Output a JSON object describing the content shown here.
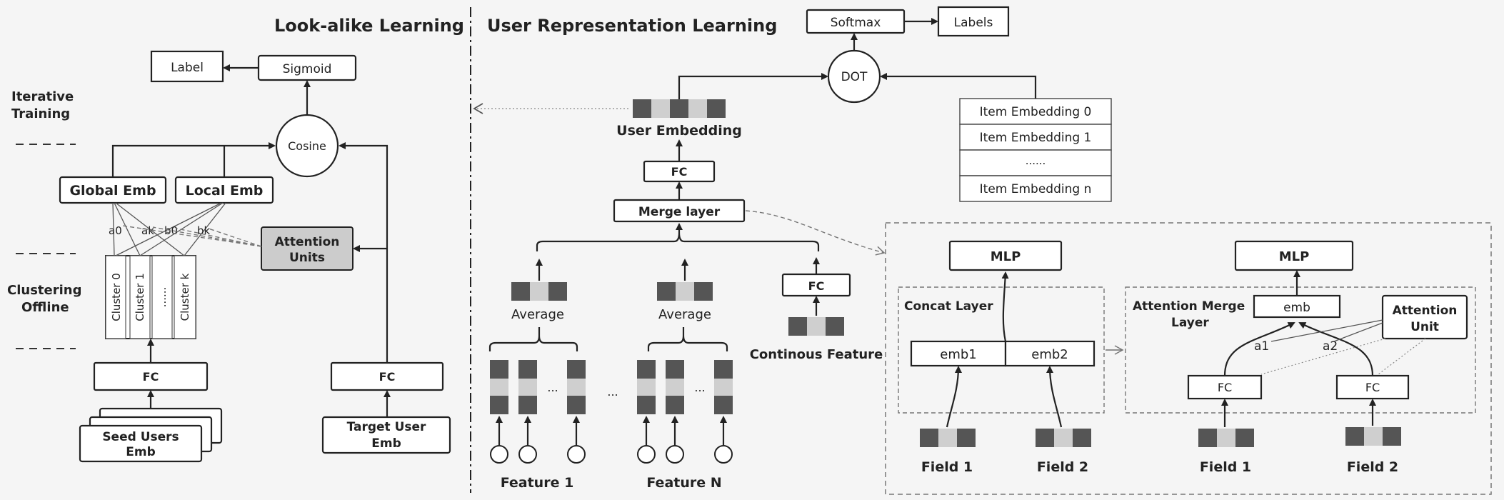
{
  "colors": {
    "background": "#f5f5f5",
    "dark_cell": "#555555",
    "light_cell": "#cfcfcf",
    "attention_fill": "#cccccc",
    "line": "#222222"
  },
  "left": {
    "heading": "Look-alike Learning",
    "label": "Label",
    "sigmoid": "Sigmoid",
    "cosine": "Cosine",
    "iterative_1": "Iterative",
    "iterative_2": "Training",
    "clustering_1": "Clustering",
    "clustering_2": "Offline",
    "global_emb": "Global Emb",
    "local_emb": "Local Emb",
    "attention_1": "Attention",
    "attention_2": "Units",
    "weights": [
      "a0",
      "ak",
      "b0",
      "bk"
    ],
    "clusters": [
      "Cluster 0",
      "Cluster 1",
      "......",
      "Cluster k"
    ],
    "fc": "FC",
    "seed_1": "Seed Users",
    "seed_2": "Emb",
    "target_1": "Target User",
    "target_2": "Emb"
  },
  "right": {
    "heading": "User Representation Learning",
    "softmax": "Softmax",
    "labels": "Labels",
    "dot": "DOT",
    "items": [
      "Item Embedding 0",
      "Item Embedding 1",
      "......",
      "Item Embedding n"
    ],
    "user_embedding": "User Embedding",
    "fc": "FC",
    "merge_layer": "Merge layer",
    "average": "Average",
    "continuous_feature": "Continous Feature",
    "ellipsis": "...",
    "feature_1": "Feature 1",
    "feature_n": "Feature N"
  },
  "detail": {
    "mlp": "MLP",
    "concat_layer": "Concat Layer",
    "emb1": "emb1",
    "emb2": "emb2",
    "field_1": "Field 1",
    "field_2": "Field 2",
    "attention_merge_1": "Attention Merge",
    "attention_merge_2": "Layer",
    "emb": "emb",
    "attention_unit_1": "Attention",
    "attention_unit_2": "Unit",
    "a1": "a1",
    "a2": "a2",
    "fc": "FC"
  }
}
